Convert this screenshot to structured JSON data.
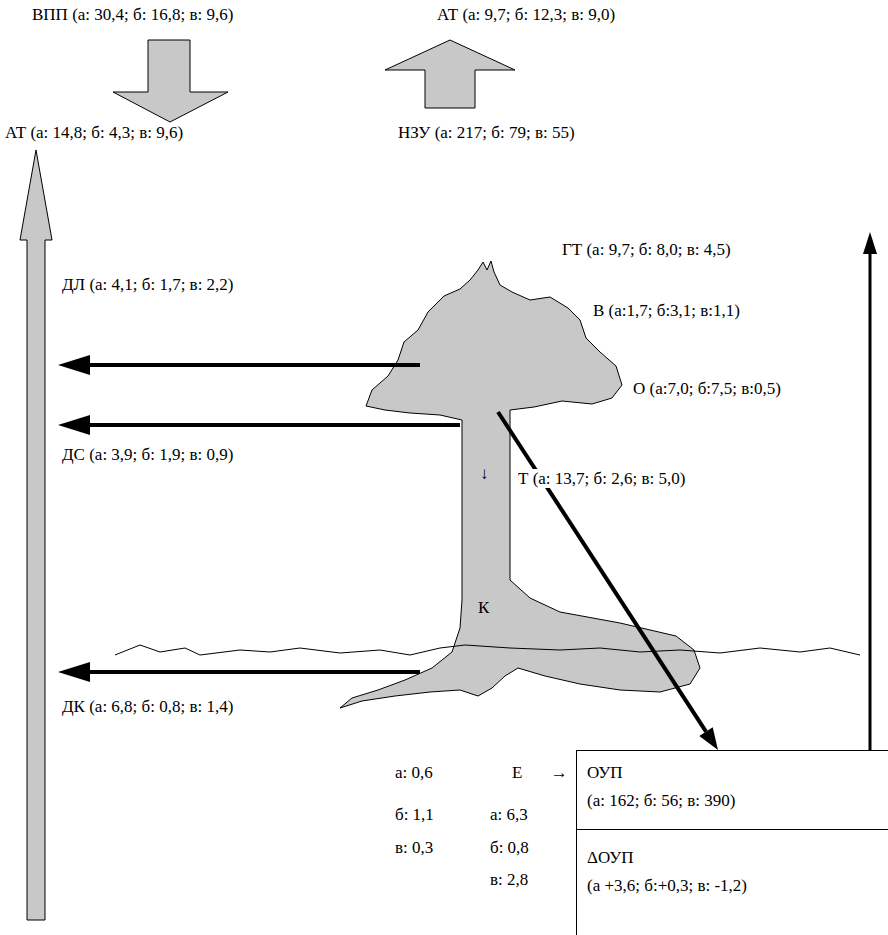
{
  "diagram": {
    "nodes": [
      {
        "text": [
          "К"
        ]
      },
      {
        "text": [
          "ОУП",
          "(а: 162; б: 56; в: 390)",
          "ΔОУП",
          "(а +3,6; б:+0,3; в: -1,2)"
        ]
      }
    ],
    "edges": [
      {
        "from": 0,
        "to": 1,
        "arrow": "to"
      }
    ],
    "labels": [
      "ВПП (а: 30,4; б: 16,8; в: 9,6)",
      "АТ (а: 9,7; б: 12,3; в: 9,0)",
      "АТ (а: 14,8; б: 4,3; в: 9,6)",
      "НЗУ (а: 217; б: 79; в: 55)",
      "ГТ (а: 9,7; б: 8,0; в: 4,5)",
      "ДЛ (а: 4,1; б: 1,7; в: 2,2)",
      "В (а:1,7; б:3,1; в:1,1)",
      "О (а:7,0; б:7,5; в:0,5)",
      "ДС (а: 3,9; б: 1,9; в: 0,9)",
      "↓",
      "Т (а: 13,7; б: 2,6; в: 5,0)",
      "ДК (а: 6,8; б: 0,8; в: 1,4)",
      "а: 0,6",
      "б: 1,1",
      "в: 0,3",
      "Е →",
      "а: 6,3",
      "б: 0,8",
      "в: 2,8"
    ]
  }
}
